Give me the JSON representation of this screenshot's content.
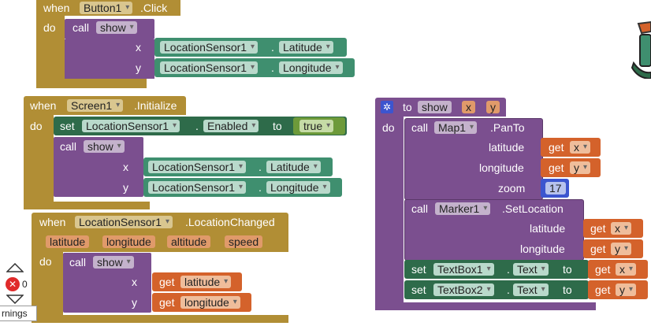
{
  "block_button_click": {
    "when": "when",
    "component": "Button1",
    "event": ".Click",
    "do": "do",
    "call": "call",
    "proc": "show",
    "x_label": "x",
    "y_label": "y",
    "x_comp": "LocationSensor1",
    "x_prop": "Latitude",
    "y_comp": "LocationSensor1",
    "y_prop": "Longitude"
  },
  "block_screen_init": {
    "when": "when",
    "component": "Screen1",
    "event": ".Initialize",
    "do": "do",
    "set": "set",
    "set_comp": "LocationSensor1",
    "set_prop": "Enabled",
    "to": "to",
    "value": "true",
    "call": "call",
    "proc": "show",
    "x_label": "x",
    "y_label": "y",
    "x_comp": "LocationSensor1",
    "x_prop": "Latitude",
    "y_comp": "LocationSensor1",
    "y_prop": "Longitude"
  },
  "block_location_changed": {
    "when": "when",
    "component": "LocationSensor1",
    "event": ".LocationChanged",
    "params": [
      "latitude",
      "longitude",
      "altitude",
      "speed"
    ],
    "do": "do",
    "call": "call",
    "proc": "show",
    "x_label": "x",
    "y_label": "y",
    "get": "get",
    "x_var": "latitude",
    "y_var": "longitude"
  },
  "block_procedure": {
    "to": "to",
    "name": "show",
    "param_x": "x",
    "param_y": "y",
    "do": "do",
    "call1": "call",
    "map": "Map1",
    "panto": ".PanTo",
    "lat_label": "latitude",
    "lng_label": "longitude",
    "zoom_label": "zoom",
    "get": "get",
    "lat_var": "x",
    "lng_var": "y",
    "zoom_value": "17",
    "call2": "call",
    "marker": "Marker1",
    "setloc": ".SetLocation",
    "m_lat_label": "latitude",
    "m_lng_label": "longitude",
    "m_lat_var": "x",
    "m_lng_var": "y",
    "set": "set",
    "tb1": "TextBox1",
    "tb1_prop": "Text",
    "tb_to": "to",
    "tb1_var": "x",
    "tb2": "TextBox2",
    "tb2_prop": "Text",
    "tb2_var": "y"
  },
  "warnings": {
    "error_count": "0",
    "label": "rnings"
  }
}
